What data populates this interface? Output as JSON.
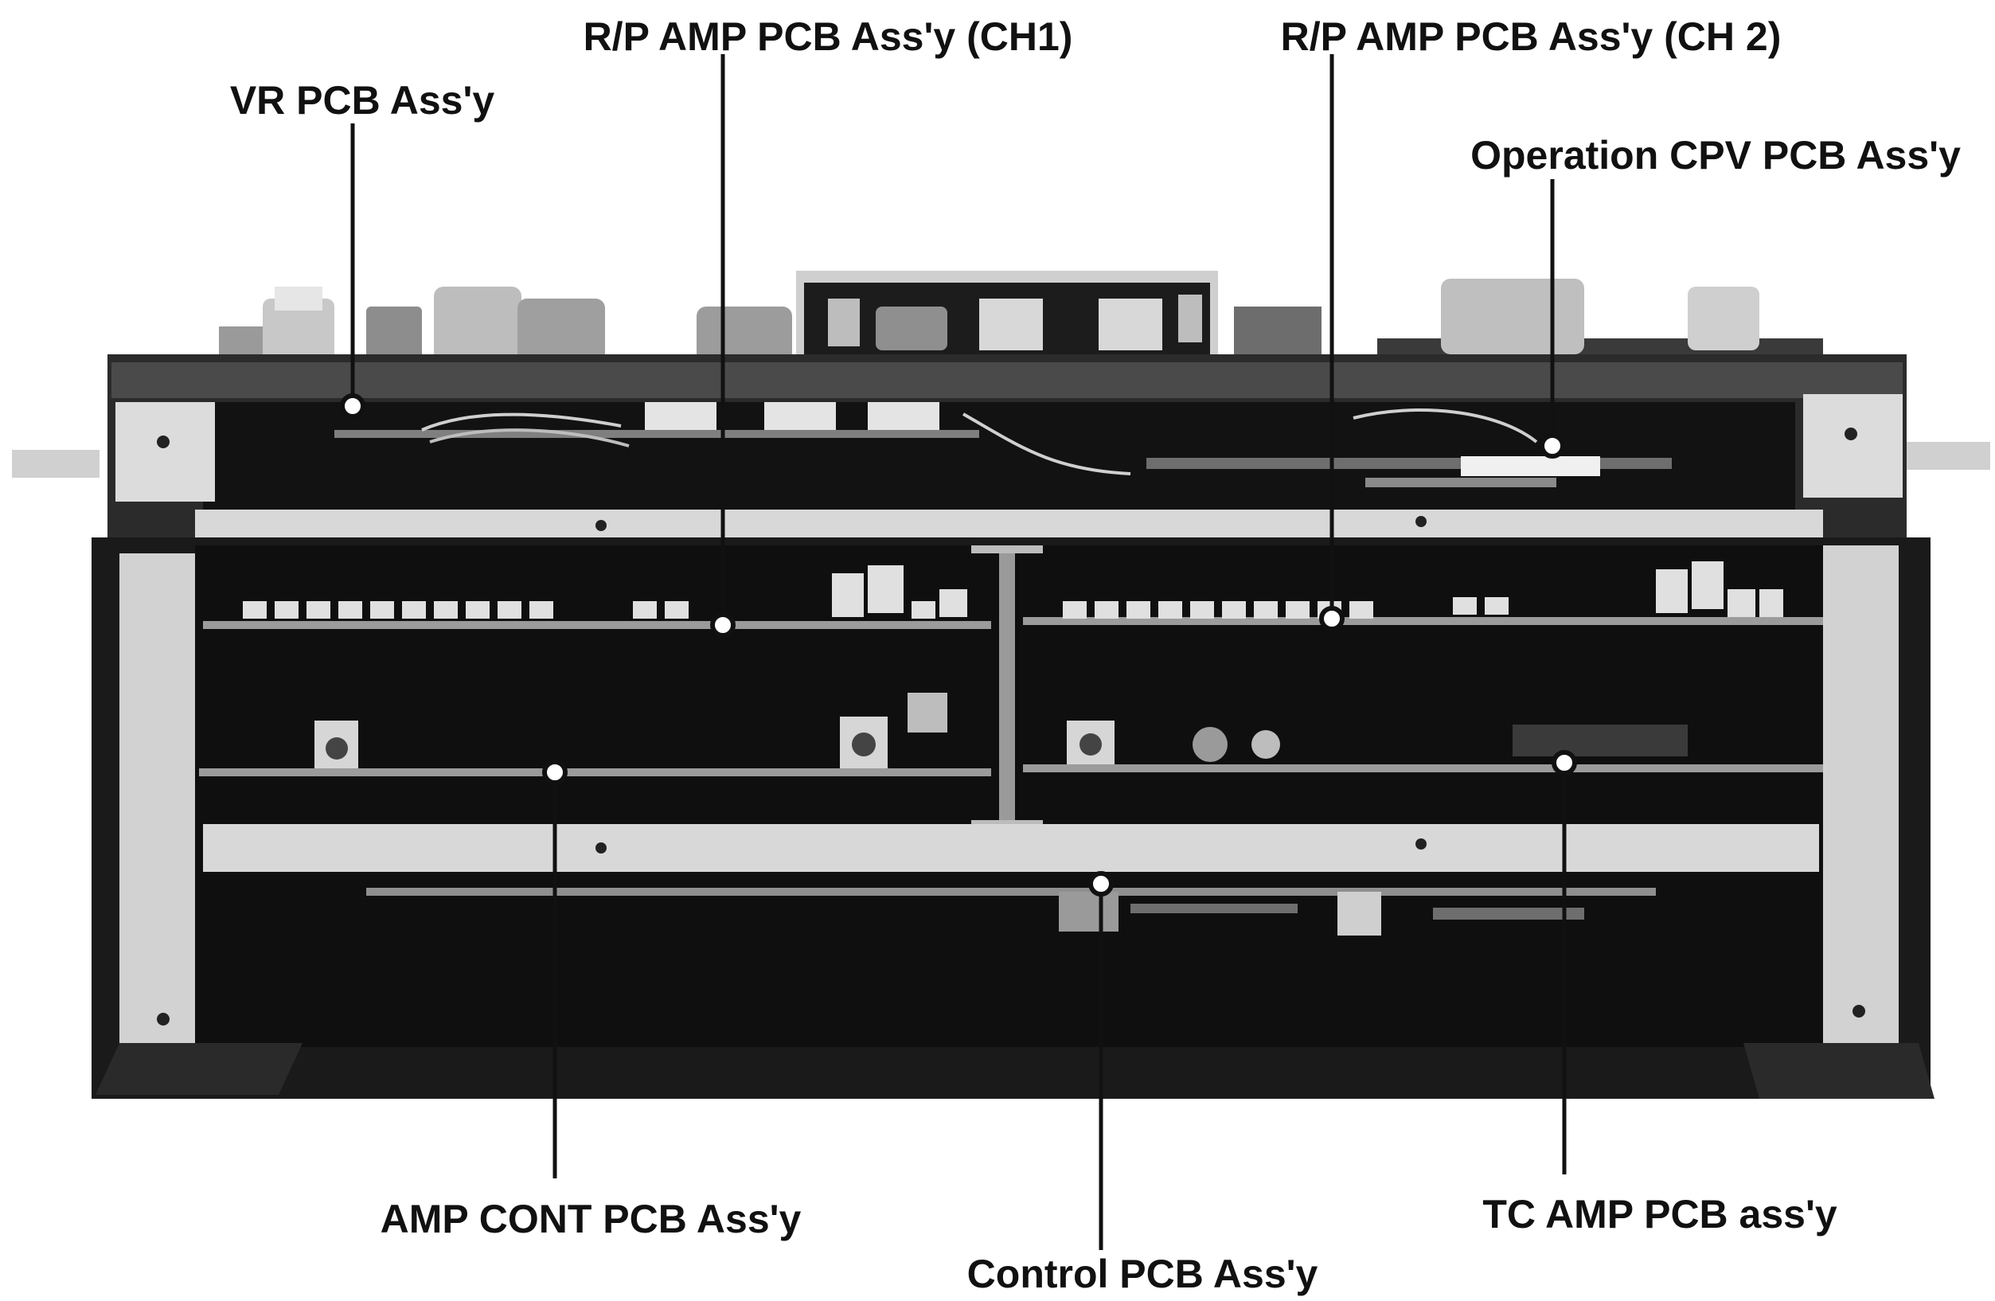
{
  "figure": {
    "callouts": [
      {
        "id": "vr-pcb",
        "label": "VR PCB Ass'y"
      },
      {
        "id": "rp-amp-ch1",
        "label": "R/P AMP PCB Ass'y (CH1)"
      },
      {
        "id": "rp-amp-ch2",
        "label": "R/P AMP PCB Ass'y (CH 2)"
      },
      {
        "id": "operation-cpv",
        "label": "Operation CPV PCB Ass'y"
      },
      {
        "id": "amp-cont",
        "label": "AMP CONT PCB Ass'y"
      },
      {
        "id": "control-pcb",
        "label": "Control PCB Ass'y"
      },
      {
        "id": "tc-amp",
        "label": "TC AMP PCB ass'y"
      }
    ]
  },
  "colors": {
    "background": "#ffffff",
    "chassis_dark": "#141414",
    "chassis_frame": "#3a3a3a",
    "rail_silver": "#d9d9d9",
    "board_green": "#2e3a2e",
    "component_light": "#cfcfcf",
    "label_text": "#111111"
  }
}
